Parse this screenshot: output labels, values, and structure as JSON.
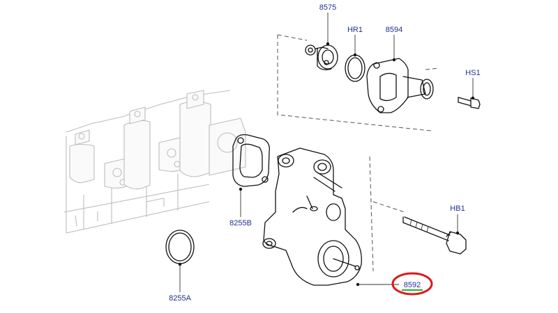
{
  "diagram": {
    "callouts": [
      {
        "id": "8575",
        "label": "8575"
      },
      {
        "id": "HR1",
        "label": "HR1"
      },
      {
        "id": "8594",
        "label": "8594"
      },
      {
        "id": "HS1",
        "label": "HS1"
      },
      {
        "id": "HB1",
        "label": "HB1"
      },
      {
        "id": "8255B",
        "label": "8255B"
      },
      {
        "id": "8255A",
        "label": "8255A"
      },
      {
        "id": "8592",
        "label": "8592"
      }
    ],
    "highlight": {
      "target": "8592",
      "color": "#e0161b",
      "underline_color": "#22b11e"
    },
    "label_color": "#1f2f8c"
  }
}
